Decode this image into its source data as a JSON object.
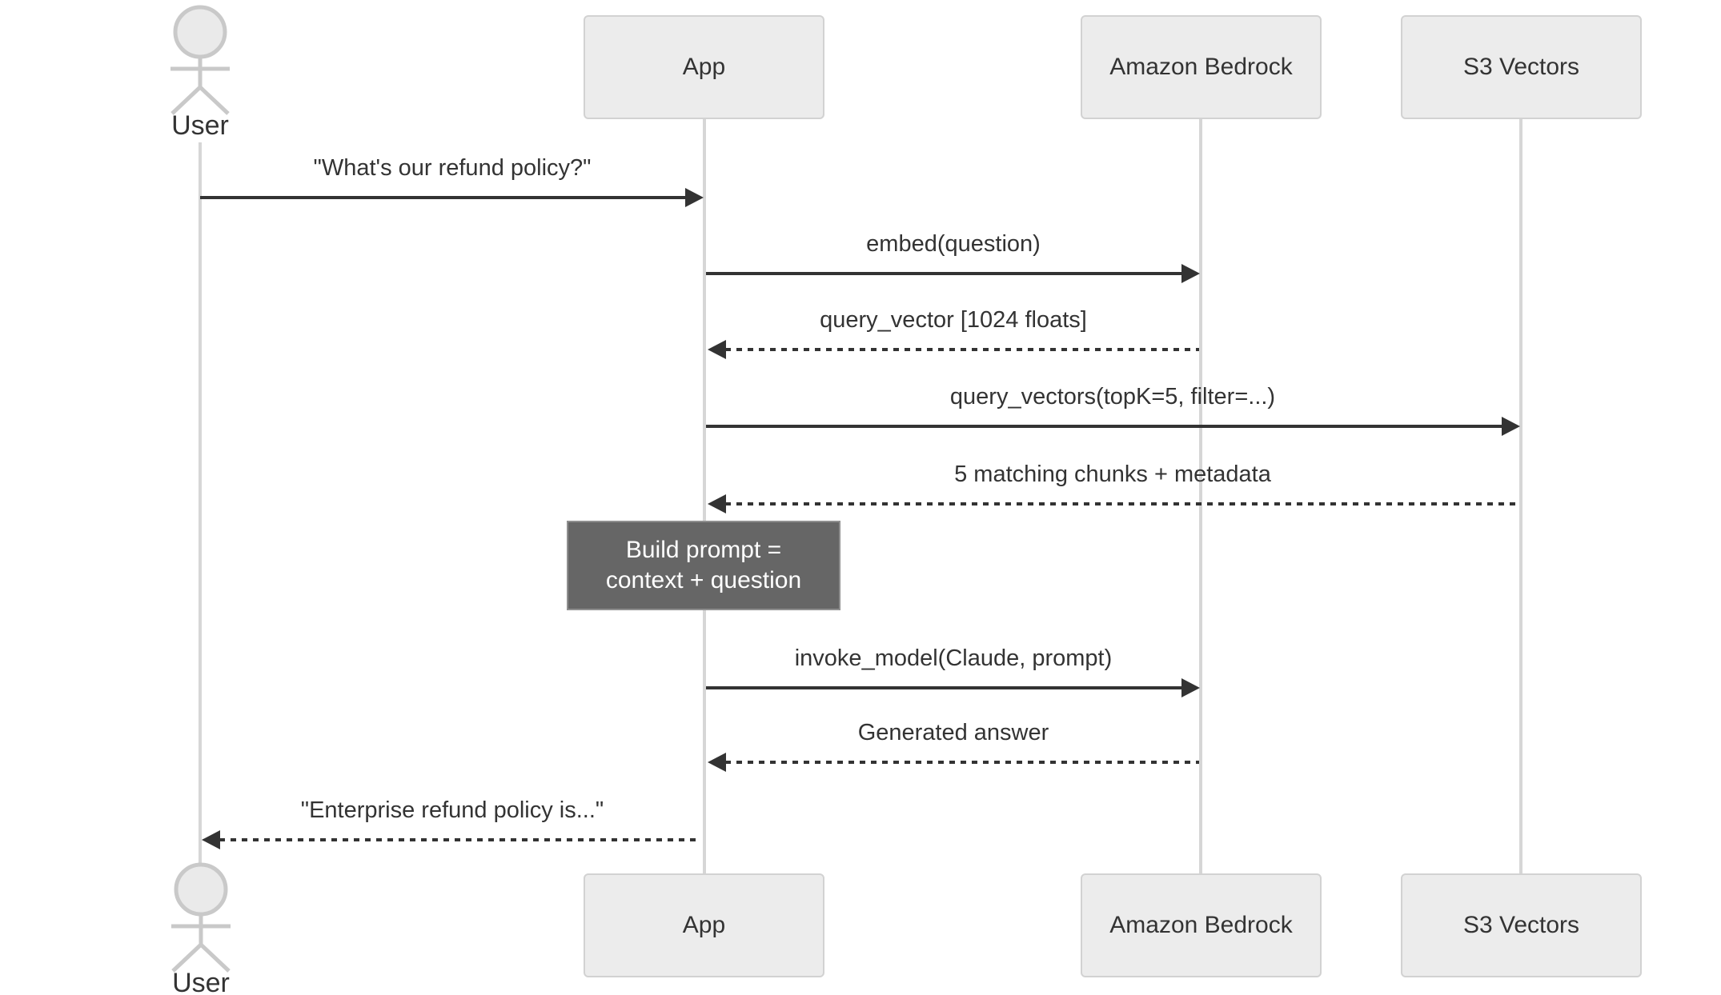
{
  "diagram": {
    "type": "sequence-diagram",
    "topic": "RAG question answering flow",
    "colors": {
      "background": "#ffffff",
      "actor_fill": "#ececec",
      "actor_border": "#d2d2d2",
      "lifeline": "#d6d6d6",
      "message_ink": "#333333",
      "note_fill": "#666666",
      "note_border": "#8f8f8f",
      "note_text": "#ffffff"
    },
    "actors": [
      {
        "id": "user",
        "label": "User",
        "kind": "actor-figure"
      },
      {
        "id": "app",
        "label": "App",
        "kind": "participant-box"
      },
      {
        "id": "bedrock",
        "label": "Amazon Bedrock",
        "kind": "participant-box"
      },
      {
        "id": "s3",
        "label": "S3 Vectors",
        "kind": "participant-box"
      }
    ],
    "messages": [
      {
        "from": "user",
        "to": "app",
        "style": "solid",
        "text": "\"What's our refund policy?\""
      },
      {
        "from": "app",
        "to": "bedrock",
        "style": "solid",
        "text": "embed(question)"
      },
      {
        "from": "bedrock",
        "to": "app",
        "style": "dashed",
        "text": "query_vector [1024 floats]"
      },
      {
        "from": "app",
        "to": "s3",
        "style": "solid",
        "text": "query_vectors(topK=5, filter=...)"
      },
      {
        "from": "s3",
        "to": "app",
        "style": "dashed",
        "text": "5 matching chunks + metadata"
      },
      {
        "from": "app",
        "to": "bedrock",
        "style": "solid",
        "text": "invoke_model(Claude, prompt)"
      },
      {
        "from": "bedrock",
        "to": "app",
        "style": "dashed",
        "text": "Generated answer"
      },
      {
        "from": "app",
        "to": "user",
        "style": "dashed",
        "text": "\"Enterprise refund policy is...\""
      }
    ],
    "note": {
      "over": "app",
      "line1": "Build prompt =",
      "line2": "context + question"
    }
  }
}
